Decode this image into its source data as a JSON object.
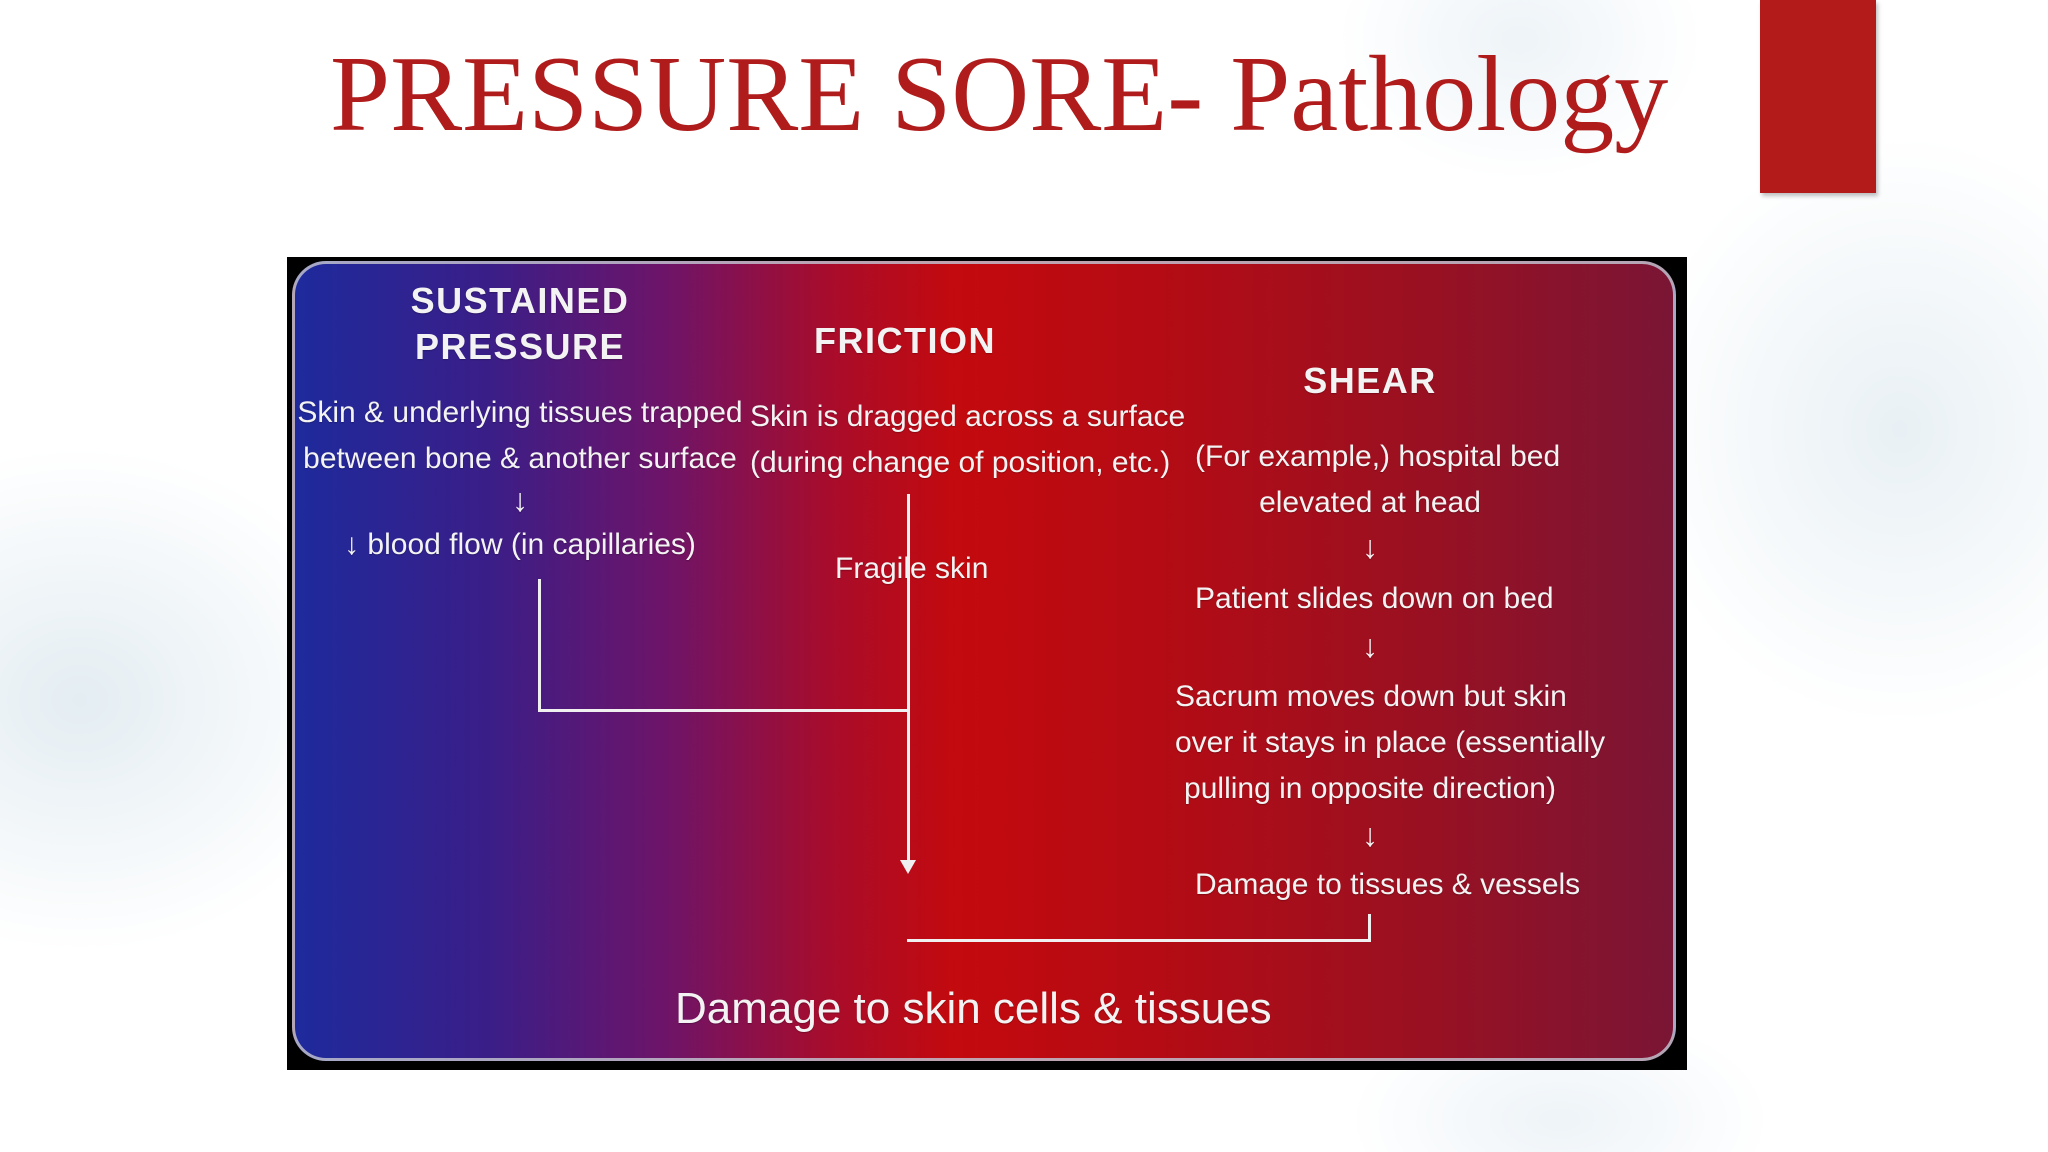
{
  "slide": {
    "title": "PRESSURE SORE- Pathology",
    "title_color": "#b01c1c",
    "accent_color": "#b31b1b"
  },
  "diagram": {
    "sustained": {
      "heading_line1": "SUSTAINED",
      "heading_line2": "PRESSURE",
      "text_line1": "Skin & underlying tissues trapped",
      "text_line2": "between bone & another surface",
      "arrow": "↓",
      "result": "↓ blood flow (in capillaries)"
    },
    "friction": {
      "heading": "FRICTION",
      "text_line1": "Skin is dragged across a surface",
      "text_line2": "(during change of position, etc.)",
      "side_label": "Fragile skin"
    },
    "shear": {
      "heading": "SHEAR",
      "text_line1": "(For example,) hospital bed",
      "text_line2": "elevated at head",
      "arrow1": "↓",
      "step2": "Patient slides down on bed",
      "arrow2": "↓",
      "step3_line1": "Sacrum moves down but skin",
      "step3_line2": "over it stays in place (essentially",
      "step3_line3": "pulling in opposite direction)",
      "arrow3": "↓",
      "step4": "Damage to tissues & vessels"
    },
    "outcome": "Damage to skin cells & tissues"
  }
}
